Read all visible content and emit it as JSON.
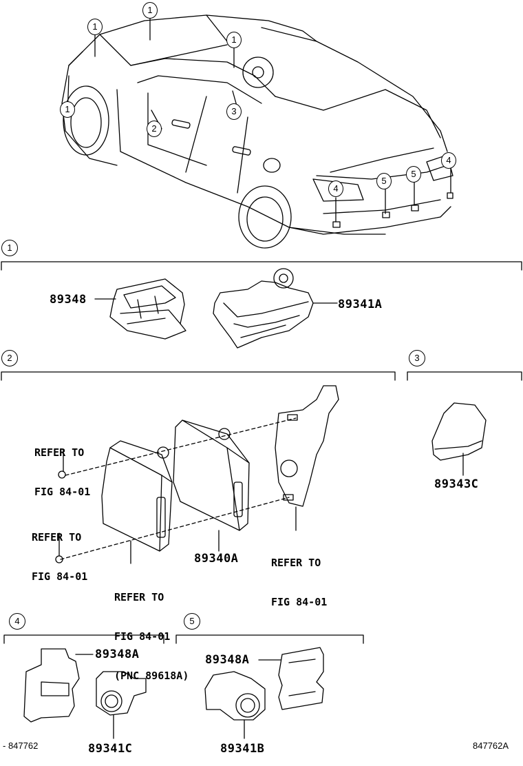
{
  "car_callouts": [
    "1",
    "1",
    "1",
    "1",
    "2",
    "3",
    "4",
    "4",
    "5",
    "5"
  ],
  "sections": [
    {
      "num": "1",
      "parts": [
        "89348",
        "89341A"
      ]
    },
    {
      "num": "2",
      "parts": [
        "89340A"
      ]
    },
    {
      "num": "3",
      "parts": [
        "89343C"
      ]
    },
    {
      "num": "4",
      "parts": [
        "89348A",
        "89341C"
      ]
    },
    {
      "num": "5",
      "parts": [
        "89348A",
        "89341B"
      ]
    }
  ],
  "refs": {
    "a": [
      "REFER TO",
      "FIG 84-01"
    ],
    "b": [
      "REFER TO",
      "FIG 84-01"
    ],
    "c": [
      "REFER TO",
      "FIG 84-01",
      "(PNC 89618A)"
    ],
    "d": [
      "REFER TO",
      "FIG 84-01"
    ]
  },
  "footer": {
    "left": "- 847762",
    "right": "847762A"
  }
}
